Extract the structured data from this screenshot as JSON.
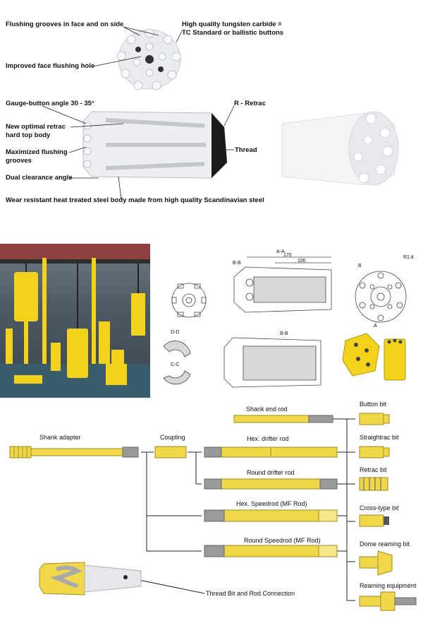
{
  "top_section": {
    "labels": {
      "flushing_grooves": "Flushing grooves in face and on side",
      "tungsten_carbide_l1": "High quality tungsten carbide =",
      "tungsten_carbide_l2": "TC Standard or ballistic buttons",
      "face_flushing_hole": "Improved face flushing hole",
      "gauge_button_angle": "Gauge-button angle 30 - 35°",
      "r_retrac": "R - Retrac",
      "retrac_body_l1": "New optimal retrac",
      "retrac_body_l2": "hard top body",
      "thread": "Thread",
      "max_flushing_l1": "Maximized flushing",
      "max_flushing_l2": "grooves",
      "dual_clearance": "Dual clearance angle",
      "wear_resistant": "Wear resistant heat treated steel body made from high quality Scandinavian steel"
    }
  },
  "middle_section": {
    "drawing_labels": {
      "section_aa": "A-A",
      "section_bb_left": "B-B",
      "section_bb_lower": "B-B",
      "dim_170": "170",
      "dim_100": "100",
      "section_dd": "D-D",
      "section_cc": "C-C",
      "dim_note": "R1:4",
      "letter_a": "A",
      "letter_b": "B"
    },
    "colors": {
      "bit_yellow": "#f2d21a",
      "drawing_line": "#444444"
    }
  },
  "bottom_section": {
    "labels": {
      "shank_adapter": "Shank adapter",
      "coupling": "Coupling",
      "shank_end_rod": "Shank end rod",
      "hex_drifter_rod": "Hex. drifter rod",
      "round_drifter_rod": "Round drifter rod",
      "hex_speedrod": "Hex. Speedrod (MF Rod)",
      "round_speedrod": "Round Speedrod (MF Rod)",
      "button_bit": "Button bit",
      "straightrac_bit": "Straightrac bit",
      "retrac_bit": "Retrac bit",
      "cross_type_bit": "Cross-type bit",
      "dome_reaming_bit": "Dome reaming bit",
      "reaming_equipment": "Reaming equipment",
      "thread_connection": "Thread Bit and Rod Connection"
    },
    "colors": {
      "part_yellow": "#f0d84a",
      "part_gray": "#9a9a9a",
      "connector": "#222222"
    }
  }
}
